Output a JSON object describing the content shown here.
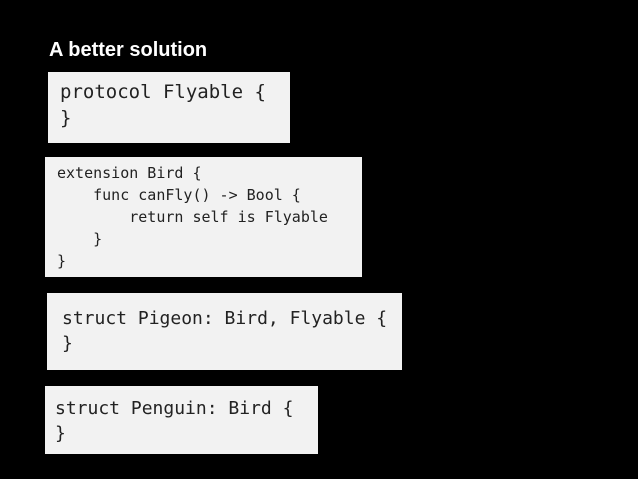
{
  "slide": {
    "title": "A better solution"
  },
  "code_blocks": [
    {
      "code": "protocol Flyable {\n}"
    },
    {
      "code": "extension Bird {\n    func canFly() -> Bool {\n        return self is Flyable\n    }\n}"
    },
    {
      "code": "struct Pigeon: Bird, Flyable {\n}"
    },
    {
      "code": "struct Penguin: Bird {\n}"
    }
  ],
  "colors": {
    "background": "#000000",
    "code_background": "#f2f2f2",
    "title": "#ffffff",
    "code_text": "#222222"
  }
}
